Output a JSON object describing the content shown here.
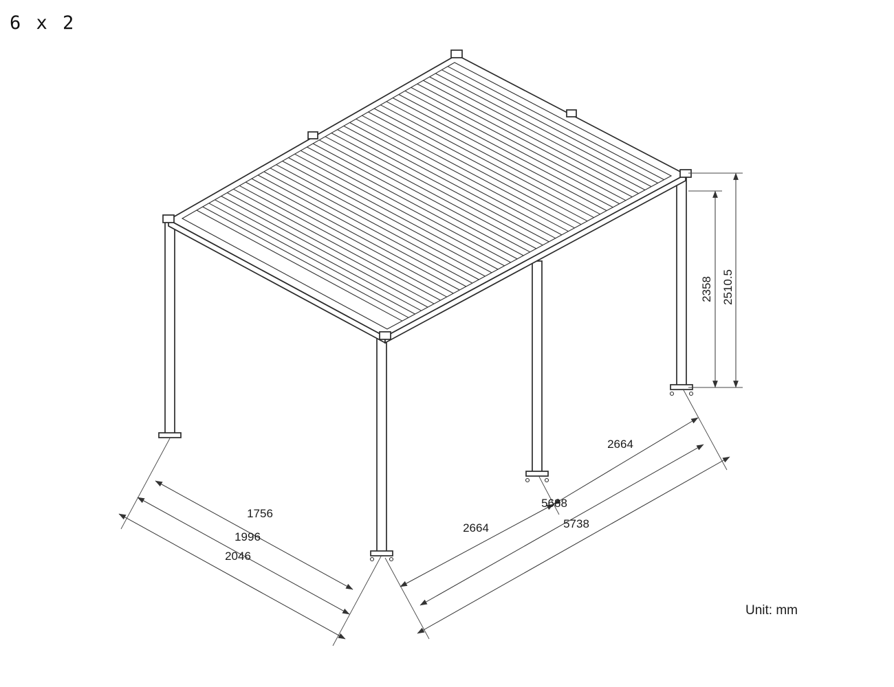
{
  "title": "6 x 2",
  "unit_label": "Unit: mm",
  "drawing": {
    "dimensions": {
      "overall_height": "2510.5",
      "post_height": "2358",
      "bay_front": "2664",
      "bay_right": "2664",
      "length_inner": "5688",
      "length_overall": "5738",
      "width_inner": "1756",
      "width_mid": "1996",
      "width_overall": "2046"
    }
  }
}
